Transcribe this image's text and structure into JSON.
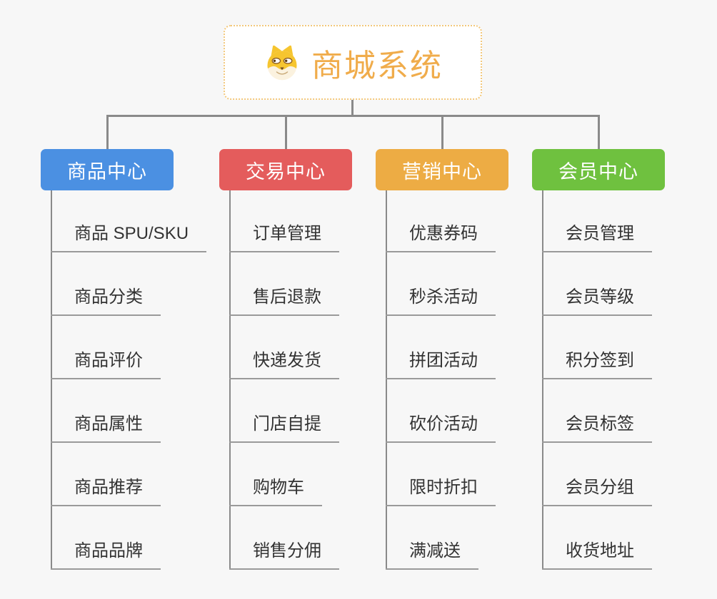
{
  "page": {
    "background_color": "#F7F7F7",
    "connector_color": "#8A8A8A"
  },
  "root": {
    "title": "商城系统",
    "icon": "doge-face-icon",
    "title_color": "#F0AC4B",
    "border_color": "#F3C87B"
  },
  "branches": [
    {
      "label": "商品中心",
      "color": "#4B90E2",
      "children": [
        "商品 SPU/SKU",
        "商品分类",
        "商品评价",
        "商品属性",
        "商品推荐",
        "商品品牌"
      ]
    },
    {
      "label": "交易中心",
      "color": "#E45C5C",
      "children": [
        "订单管理",
        "售后退款",
        "快递发货",
        "门店自提",
        "购物车",
        "销售分佣"
      ]
    },
    {
      "label": "营销中心",
      "color": "#EDAC44",
      "children": [
        "优惠券码",
        "秒杀活动",
        "拼团活动",
        "砍价活动",
        "限时折扣",
        "满减送"
      ]
    },
    {
      "label": "会员中心",
      "color": "#6FC13F",
      "children": [
        "会员管理",
        "会员等级",
        "积分签到",
        "会员标签",
        "会员分组",
        "收货地址"
      ]
    }
  ]
}
